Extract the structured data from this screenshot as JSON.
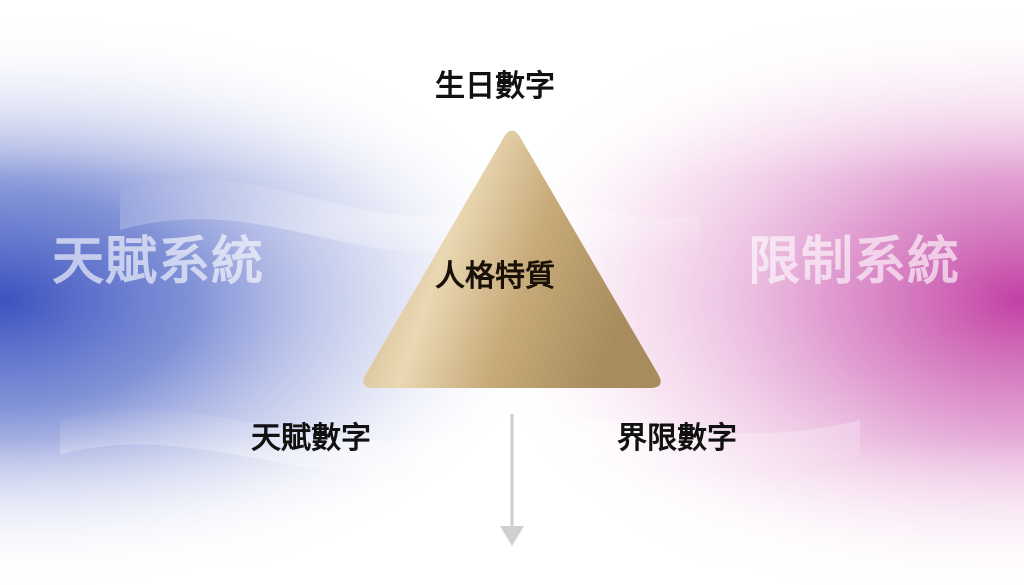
{
  "diagram": {
    "left_system": "天賦系統",
    "right_system": "限制系統",
    "top_node": "生日數字",
    "center_node": "人格特質",
    "bottom_left_node": "天賦數字",
    "bottom_right_node": "界限數字"
  },
  "colors": {
    "left_glow": "#4a5fc6",
    "right_glow": "#c44aa8",
    "triangle_light": "#e9d6b0",
    "triangle_dark": "#a68a5c",
    "arrow": "#c8c8c8"
  }
}
